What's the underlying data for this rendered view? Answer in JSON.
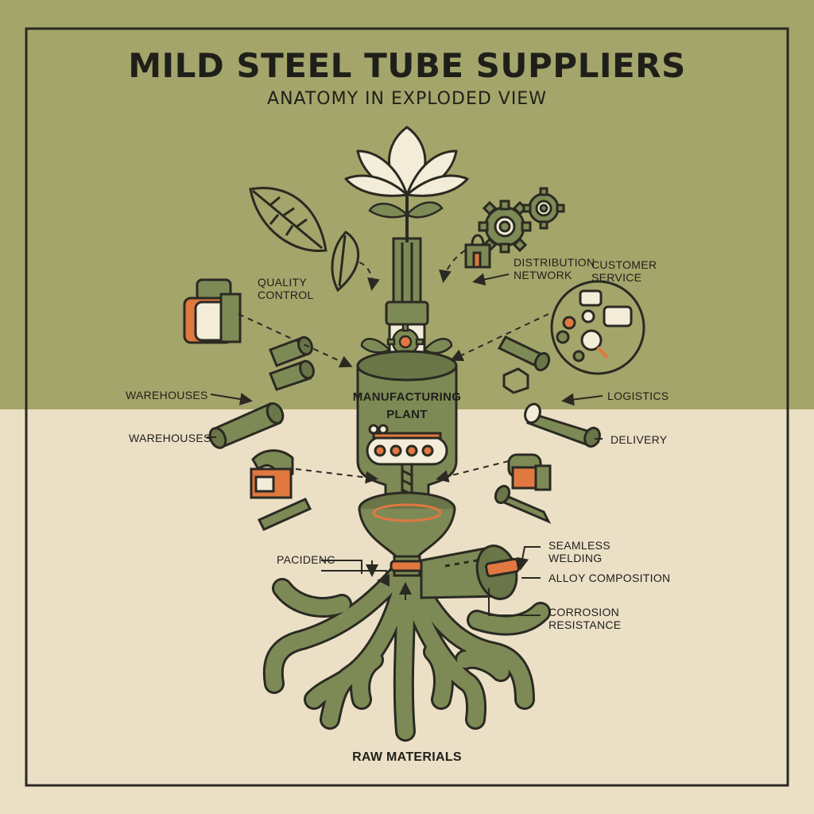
{
  "title": "MILD STEEL TUBE SUPPLIERS",
  "subtitle": "ANATOMY IN EXPLODED VIEW",
  "labels": {
    "quality_control": "QUALITY CONTROL",
    "distribution_network": "DISTRIBUTION NETWORK",
    "customer_service": "CUSTOMER SERVICE",
    "warehouses_1": "WAREHOUSES",
    "warehouses_2": "WAREHOUSES",
    "manufacturing_plant": "MANUFACTURING PLANT",
    "logistics": "LOGISTICS",
    "delivery": "DELIVERY",
    "pacidenc": "PACIDENC",
    "seamless_welding": "SEAMLESS WELDING",
    "alloy_composition": "ALLOY COMPOSITION",
    "corrosion_resistance": "CORROSION RESISTANCE",
    "raw_materials": "RAW MATERIALS"
  },
  "colors": {
    "top_band": "#a4a56b",
    "background": "#ebdfc6",
    "outline": "#2a2a22",
    "part_fill": "#7e8a56",
    "accent": "#e07840",
    "petal": "#f3ecd9"
  }
}
